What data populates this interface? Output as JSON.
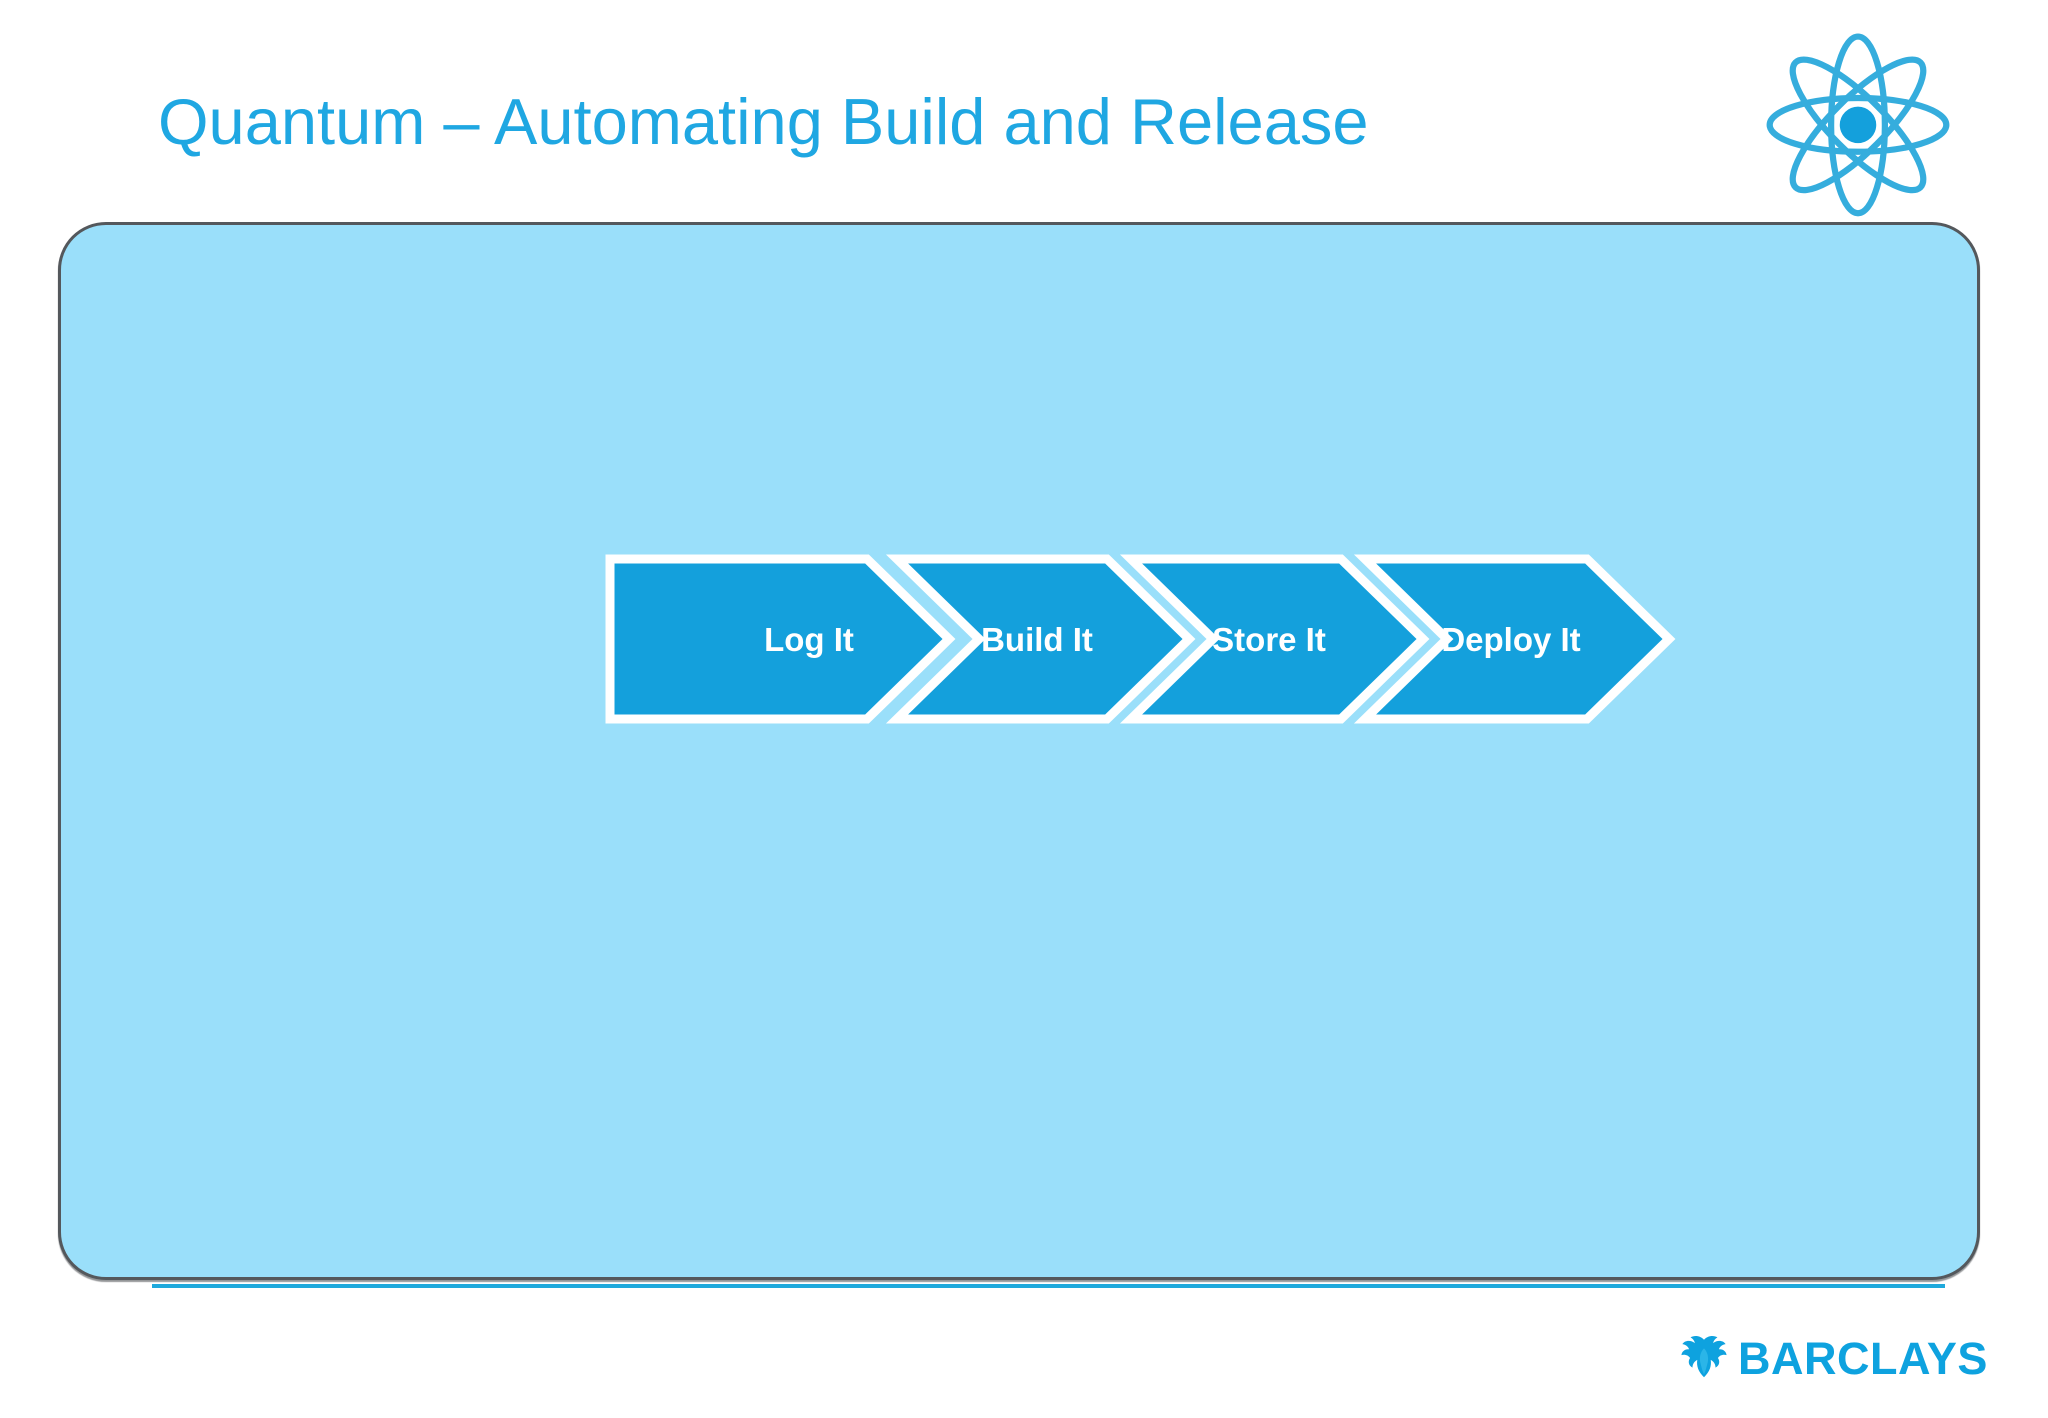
{
  "slide": {
    "title": "Quantum – Automating Build and Release"
  },
  "process": {
    "steps": [
      {
        "label": "Log It"
      },
      {
        "label": "Build It"
      },
      {
        "label": "Store It"
      },
      {
        "label": "Deploy It"
      }
    ]
  },
  "footer": {
    "brand": "BARCLAYS"
  },
  "icons": {
    "atom_logo": "atom-logo-icon",
    "barclays_eagle": "barclays-eagle-icon"
  },
  "colors": {
    "title_blue": "#1FA7E2",
    "arrow_blue": "#14A0DC",
    "panel_blue": "#9ADFFA",
    "panel_border_gray": "#54585C",
    "divider_blue": "#1FA9DC",
    "brand_blue": "#0EA2DF",
    "step_text_white": "#FFFFFF"
  }
}
